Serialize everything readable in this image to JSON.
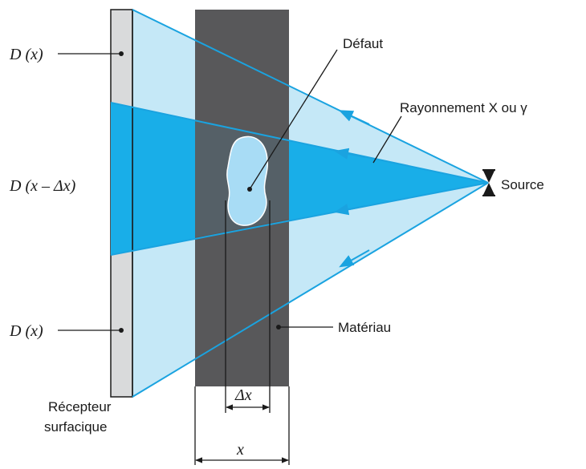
{
  "labels": {
    "defect": "Défaut",
    "radiation": "Rayonnement X ou γ",
    "source": "Source",
    "material": "Matériau",
    "receiver_line1": "Récepteur",
    "receiver_line2": "surfacique",
    "density_top": "D (x)",
    "density_mid": "D (x – Δx)",
    "density_bottom": "D (x)",
    "thickness": "x",
    "defect_thickness": "Δx"
  },
  "colors": {
    "light_beam": "#c5e8f7",
    "dense_beam": "#19aee8",
    "beam_edge": "#1aa3e0",
    "material": "#58585a",
    "receiver": "#d9dadb",
    "defect": "#a8dcf5",
    "line": "#1a1a1a"
  }
}
